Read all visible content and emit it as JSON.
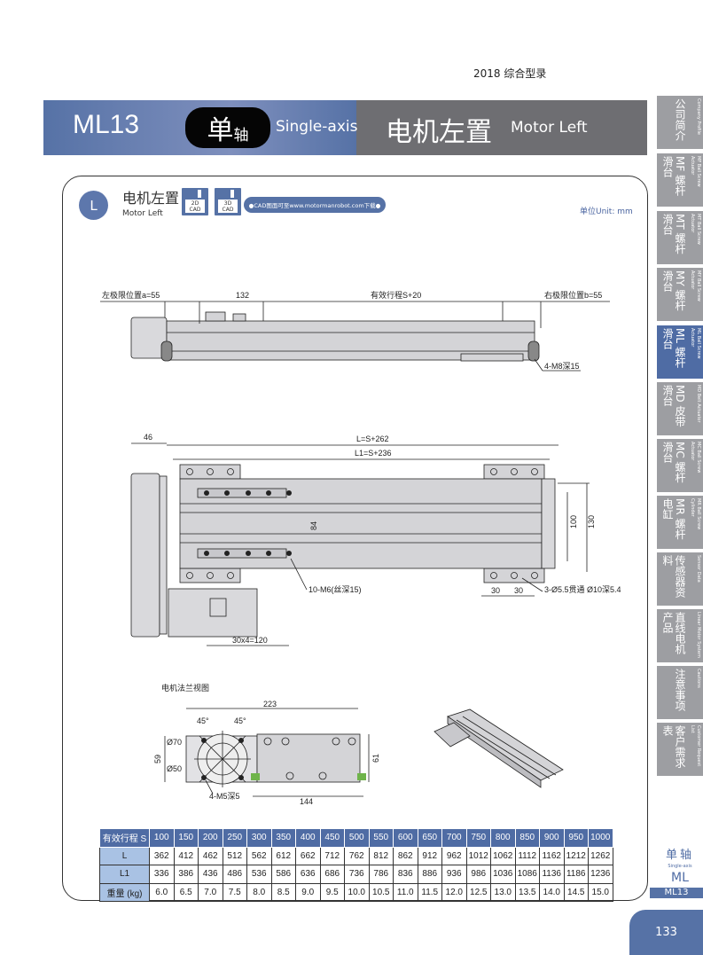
{
  "catalog": "2018   综合型录",
  "header": {
    "model": "ML13",
    "axis_big": "单",
    "axis_small": "轴",
    "axis_en": "Single-axis",
    "title_cn": "电机左置",
    "title_en": "Motor Left"
  },
  "sidebar": {
    "tabs": [
      {
        "cn": "公司简介",
        "en": "Company Profile"
      },
      {
        "cn": "MF 螺杆滑台",
        "en": "MF Ball Screw Actuator"
      },
      {
        "cn": "MT 螺杆滑台",
        "en": "MT Ball Screw Actuator"
      },
      {
        "cn": "MY 螺杆滑台",
        "en": "MY Ball Screw Actuator"
      },
      {
        "cn": "ML 螺杆滑台",
        "en": "ML Ball Screw Actuator"
      },
      {
        "cn": "MD 皮带滑台",
        "en": "MD Belt Actuator"
      },
      {
        "cn": "MC 螺杆滑台",
        "en": "MC Ball Screw Actuator"
      },
      {
        "cn": "MR 螺杆电缸",
        "en": "MR Ball Screw Cylinder"
      },
      {
        "cn": "传感器资料",
        "en": "Sensor Data"
      },
      {
        "cn": "直线电机产品",
        "en": "Linear Motor System"
      },
      {
        "cn": "注意事项",
        "en": "Cautions"
      },
      {
        "cn": "客户需求表",
        "en": "Customer Request List"
      }
    ],
    "active_index": 4
  },
  "section": {
    "badge": "L",
    "title_cn": "电机左置",
    "title_en": "Motor Left",
    "cad_2d": [
      "2D",
      "CAD"
    ],
    "cad_3d": [
      "3D",
      "CAD"
    ],
    "cad_link": "●CAD图面可至www.motormanrobot.com下载●",
    "unit": "单位Unit: mm"
  },
  "side_view": {
    "left_limit": "左极限位置a=55",
    "dim_132": "132",
    "stroke": "有效行程S+20",
    "right_limit": "右极限位置b=55",
    "holes": "4-M8深15"
  },
  "top_view": {
    "dim_46": "46",
    "dim_L": "L=S+262",
    "dim_L1": "L1=S+236",
    "dim_84": "84",
    "dim_100": "100",
    "dim_130": "130",
    "holes_m6": "10-M6(丝深15)",
    "dim_30a": "30",
    "dim_30b": "30",
    "holes_thru": "3-Ø5.5贯通 Ø10深5.4",
    "dim_pitch": "30x4=120"
  },
  "flange_view": {
    "title": "电机法兰视图",
    "dim_223": "223",
    "angle_a": "45°",
    "angle_b": "45°",
    "dia_70": "Ø70",
    "dia_50": "Ø50",
    "dim_59": "59",
    "dim_61": "61",
    "holes_m5": "4-M5深5",
    "dim_144": "144"
  },
  "spec_table": {
    "headers": [
      "有效行程 S",
      "100",
      "150",
      "200",
      "250",
      "300",
      "350",
      "400",
      "450",
      "500",
      "550",
      "600",
      "650",
      "700",
      "750",
      "800",
      "850",
      "900",
      "950",
      "1000"
    ],
    "rows": [
      [
        "L",
        "362",
        "412",
        "462",
        "512",
        "562",
        "612",
        "662",
        "712",
        "762",
        "812",
        "862",
        "912",
        "962",
        "1012",
        "1062",
        "1112",
        "1162",
        "1212",
        "1262"
      ],
      [
        "L1",
        "336",
        "386",
        "436",
        "486",
        "536",
        "586",
        "636",
        "686",
        "736",
        "786",
        "836",
        "886",
        "936",
        "986",
        "1036",
        "1086",
        "1136",
        "1186",
        "1236"
      ],
      [
        "重量 (kg)",
        "6.0",
        "6.5",
        "7.0",
        "7.5",
        "8.0",
        "8.5",
        "9.0",
        "9.5",
        "10.0",
        "10.5",
        "11.0",
        "11.5",
        "12.0",
        "12.5",
        "13.0",
        "13.5",
        "14.0",
        "14.5",
        "15.0"
      ]
    ]
  },
  "side_label": {
    "cn": "单轴",
    "en": "Single-axis",
    "series": "ML",
    "model": "ML13"
  },
  "page_number": "133",
  "colors": {
    "brand_blue": "#5672a6",
    "header_gray": "#6e6e72",
    "tab_gray": "#9d9ea2",
    "table_row_head": "#a9c2e4"
  }
}
